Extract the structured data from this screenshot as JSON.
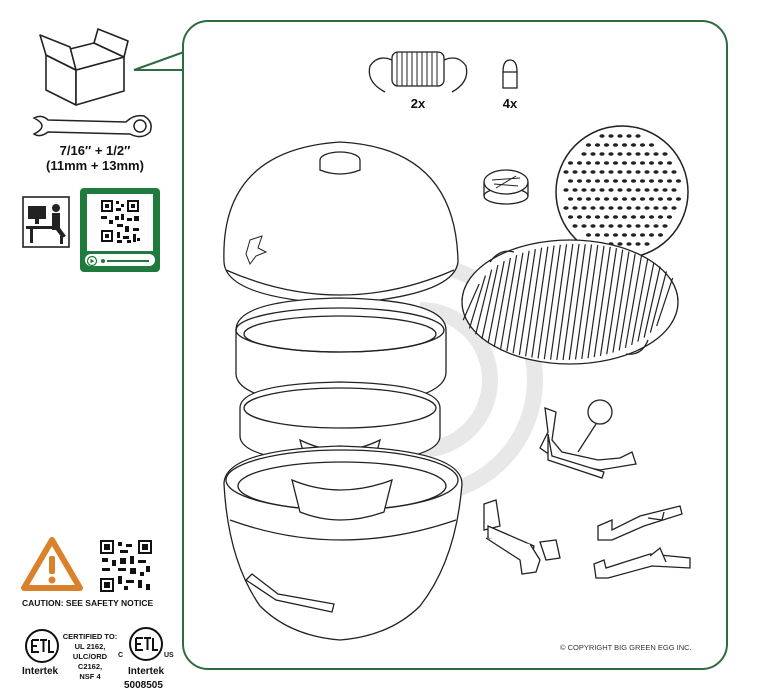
{
  "tools": {
    "wrench_sizes_in": "7/16″ + 1/2″",
    "wrench_sizes_mm": "(11mm + 13mm)"
  },
  "parts": {
    "spring_qty": "2x",
    "bolt_qty": "4x"
  },
  "caution": "CAUTION: SEE SAFETY NOTICE",
  "certification": {
    "text_lines": [
      "CERTIFIED TO:",
      "UL 2162,",
      "ULC/ORD C2162,",
      "NSF 4"
    ],
    "intertek_left": "Intertek",
    "intertek_right": "Intertek",
    "control_number": "5008505",
    "us_mark": "US",
    "c_mark": "C"
  },
  "copyright": "© COPYRIGHT BIG GREEN EGG INC.",
  "colors": {
    "brand_green": "#2e6b3f",
    "qr_green": "#1f7a3e",
    "warning_orange": "#d9822b"
  },
  "icons": [
    "box-icon",
    "wrench-icon",
    "computer-user-icon",
    "qr-video-icon",
    "warning-icon",
    "qr-code-icon",
    "etl-icon"
  ]
}
